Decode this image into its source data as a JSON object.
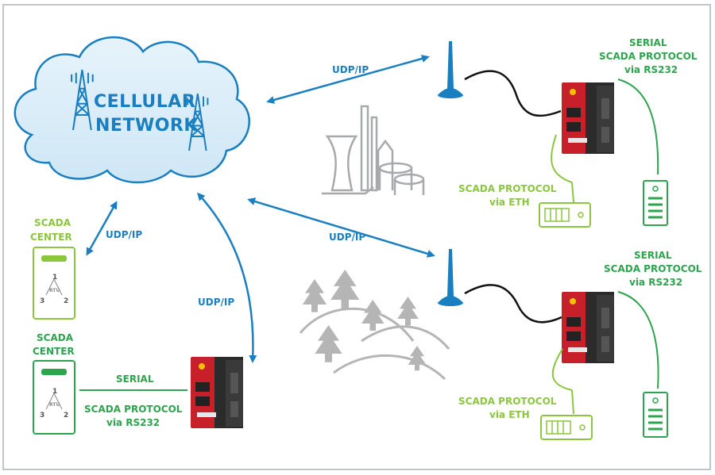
{
  "cloud": {
    "line1": "CELLULAR",
    "line2": "NETWORK"
  },
  "links": {
    "udp_top": "UDP/IP",
    "udp_middle": "UDP/IP",
    "udp_left": "UDP/IP",
    "udp_bottom": "UDP/IP"
  },
  "scada_center_top": {
    "line1": "SCADA",
    "line2": "CENTER",
    "rtu": "RTU",
    "n1": "1",
    "n2": "2",
    "n3": "3"
  },
  "scada_center_bottom": {
    "line1": "SCADA",
    "line2": "CENTER",
    "rtu": "RTU",
    "n1": "1",
    "n2": "2",
    "n3": "3"
  },
  "bottom_left": {
    "serial": "SERIAL",
    "proto1": "SCADA PROTOCOL",
    "proto2": "via RS232"
  },
  "site_top": {
    "serial1": "SERIAL",
    "serial2": "SCADA PROTOCOL",
    "serial3": "via RS232",
    "eth1": "SCADA PROTOCOL",
    "eth2": "via ETH"
  },
  "site_bottom": {
    "serial1": "SERIAL",
    "serial2": "SCADA PROTOCOL",
    "serial3": "via RS232",
    "eth1": "SCADA PROTOCOL",
    "eth2": "via ETH"
  },
  "colors": {
    "blue": "#1a7fc1",
    "green": "#2ea44f",
    "light_green": "#8cc63f",
    "router_red": "#c8202a",
    "grey": "#a7a9ac"
  }
}
